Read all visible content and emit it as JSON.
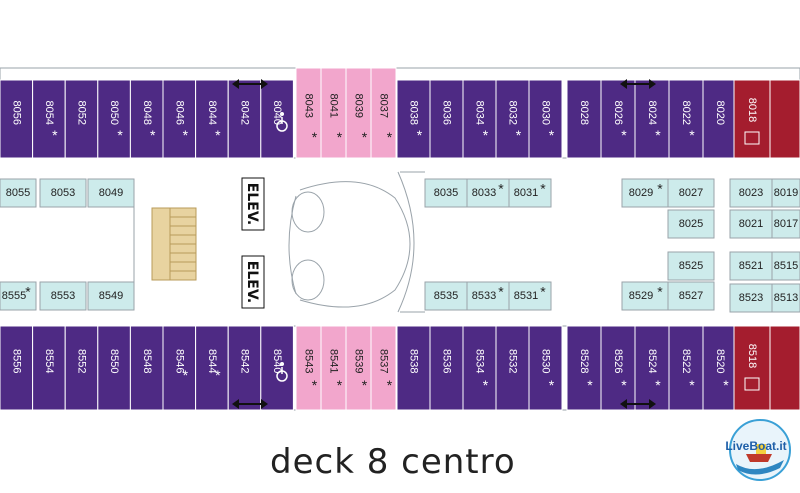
{
  "caption": "deck 8 centro",
  "logo_text": "LiveBoat.it",
  "colors": {
    "purple": "#4e2a84",
    "pink": "#f2a6cc",
    "teal": "#cdebeb",
    "red": "#a41d2e",
    "tan": "#e8d3a0",
    "outline": "#9aa3aa"
  },
  "labels": {
    "elev": "ELEV.",
    "star": "*",
    "accessible_icon": "wheelchair-icon",
    "suite_icon": "suite-icon",
    "arrow_icon": "double-arrow-icon"
  },
  "top_cabins": {
    "block1": [
      "8056",
      "8054",
      "8052",
      "8050",
      "8048",
      "8046",
      "8044",
      "8042",
      "8040"
    ],
    "block1_star": [
      false,
      true,
      false,
      true,
      true,
      true,
      true,
      false,
      false
    ],
    "pink": [
      "8043",
      "8041",
      "8039",
      "8037"
    ],
    "block2": [
      "8038",
      "8036",
      "8034",
      "8032",
      "8030"
    ],
    "block2_star": [
      true,
      false,
      true,
      true,
      true
    ],
    "block3": [
      "8028",
      "8026",
      "8024",
      "8022",
      "8020"
    ],
    "block3_star": [
      false,
      true,
      true,
      true,
      false
    ],
    "red": "8018"
  },
  "bottom_cabins": {
    "block1": [
      "8556",
      "8554",
      "8552",
      "8550",
      "8548",
      "8546",
      "8544",
      "8542",
      "8540"
    ],
    "block1_star": [
      false,
      false,
      false,
      false,
      false,
      true,
      true,
      false,
      false
    ],
    "pink": [
      "8543",
      "8541",
      "8539",
      "8537"
    ],
    "block2": [
      "8538",
      "8536",
      "8534",
      "8532",
      "8530"
    ],
    "block2_star": [
      false,
      false,
      true,
      false,
      true
    ],
    "block3": [
      "8528",
      "8526",
      "8524",
      "8522",
      "8520"
    ],
    "block3_star": [
      true,
      true,
      true,
      true,
      true
    ],
    "red": "8518"
  },
  "inner_cabins": {
    "r1_left": [
      "8055",
      "8053",
      "8049"
    ],
    "r1_mid": [
      "8035",
      "8033",
      "8031"
    ],
    "r1_mid_star": [
      false,
      true,
      true
    ],
    "r1_right": [
      "8029",
      "8027"
    ],
    "r1_right_star": [
      true,
      false
    ],
    "r2_right": "8025",
    "far_right_a": [
      "8023",
      "8019"
    ],
    "far_right_b": [
      "8021",
      "8017"
    ],
    "r3_right": "8525",
    "r4_left": [
      "8555",
      "8553",
      "8549"
    ],
    "r4_left_star": [
      true,
      false,
      false
    ],
    "r4_mid": [
      "8535",
      "8533",
      "8531"
    ],
    "r4_mid_star": [
      false,
      true,
      true
    ],
    "r4_right": [
      "8529",
      "8527"
    ],
    "r4_right_star": [
      true,
      false
    ],
    "far_right_c": [
      "8521",
      "8515"
    ],
    "far_right_d": [
      "8523",
      "8513"
    ]
  }
}
